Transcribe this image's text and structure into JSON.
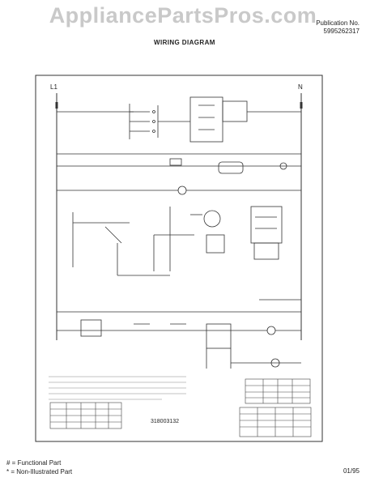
{
  "watermark": "AppliancePartsPros.com",
  "header": {
    "top_title": "",
    "publication_label": "Publication No.",
    "publication_number": "5995262317",
    "diagram_title": "WIRING DIAGRAM"
  },
  "schematic": {
    "line_label": "L1",
    "neutral_label": "N",
    "part_number": "318003132"
  },
  "footer": {
    "functional": "# = Functional Part",
    "non_illustrated": "* = Non-Illustrated Part",
    "date": "01/95"
  },
  "colors": {
    "ink": "#222222",
    "watermark": "#c9c9c9"
  }
}
